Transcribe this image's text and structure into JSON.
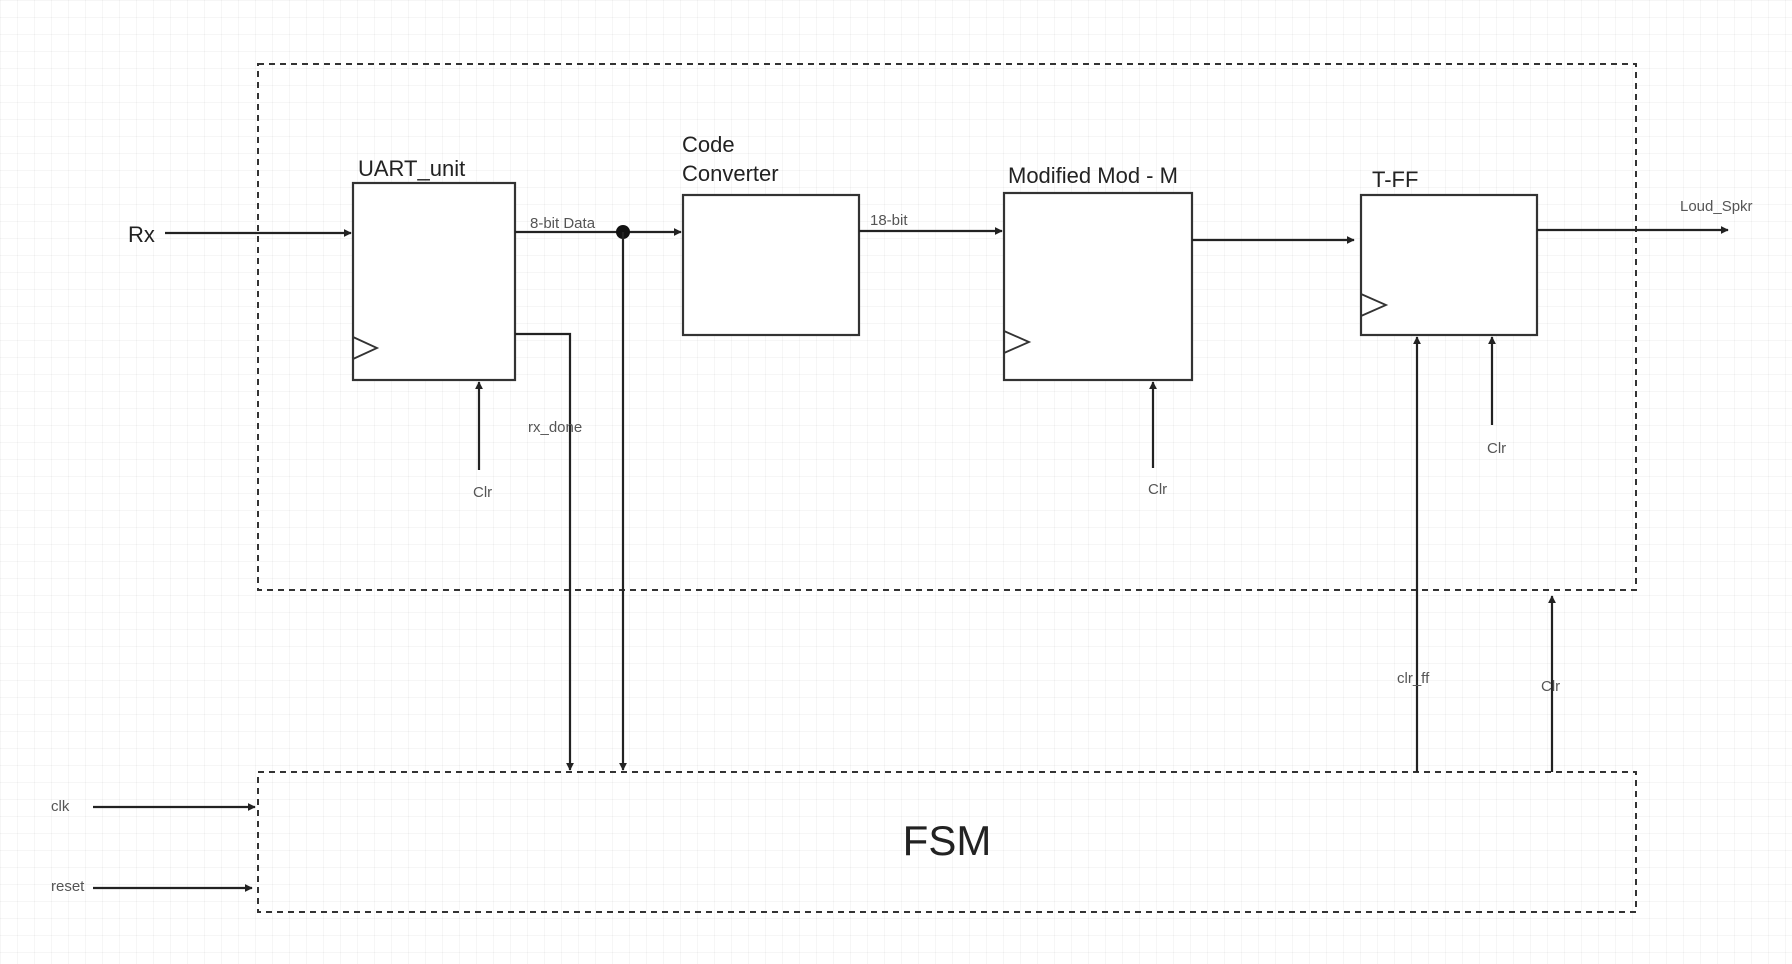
{
  "blocks": {
    "uart": "UART_unit",
    "code_converter_line1": "Code",
    "code_converter_line2": "Converter",
    "mod_m": "Modified Mod - M",
    "tff": "T-FF",
    "fsm": "FSM"
  },
  "signals": {
    "rx": "Rx",
    "data8": "8-bit Data",
    "bit18": "18-bit",
    "loud_spkr": "Loud_Spkr",
    "rx_done": "rx_done",
    "clr_uart": "Clr",
    "clr_mod": "Clr",
    "clr_tff": "Clr",
    "clr_ff": "clr_ff",
    "clr_datapath": "Clr",
    "clk": "clk",
    "reset": "reset"
  }
}
